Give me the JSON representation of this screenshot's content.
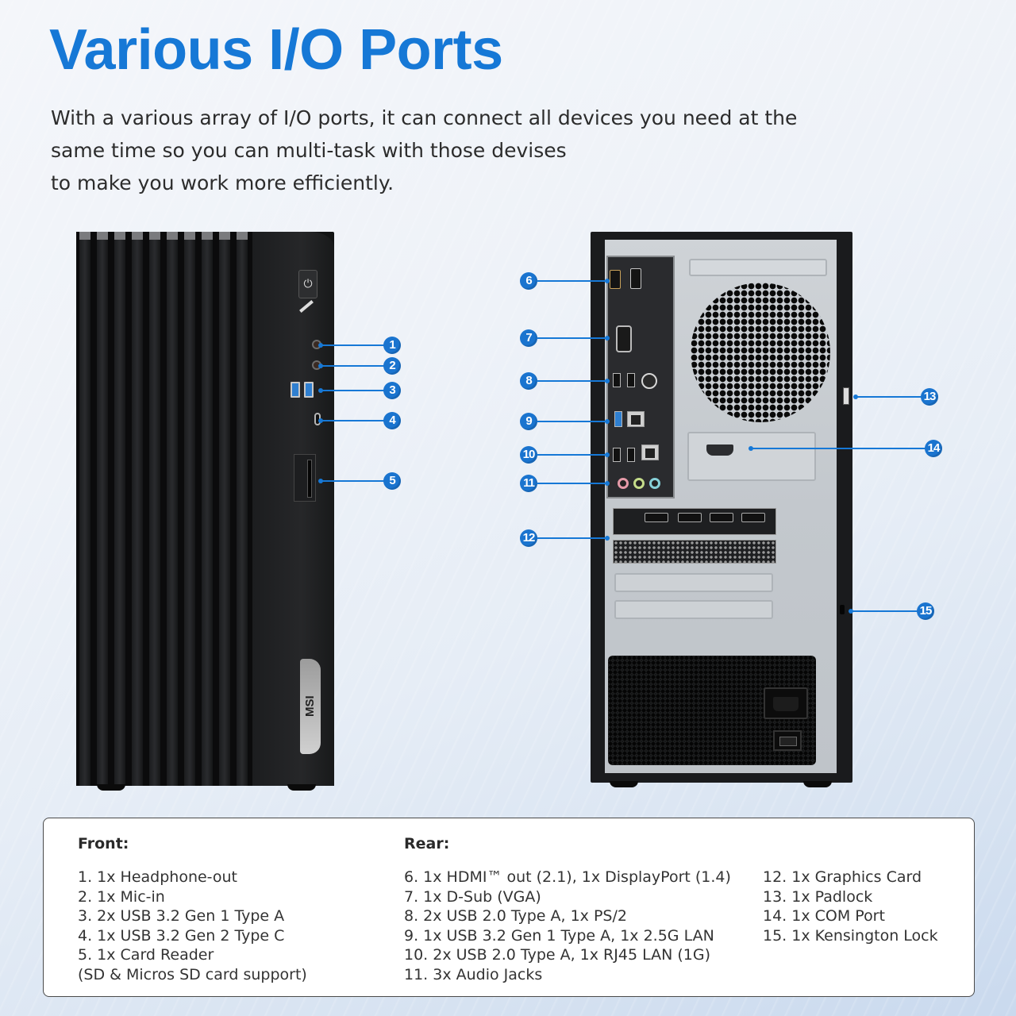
{
  "header": {
    "title": "Various I/O Ports",
    "description_lines": [
      "With a various array of I/O ports, it can connect all devices you need at the",
      "same time so you can multi-task with those devises",
      "to make you work more efficiently."
    ]
  },
  "colors": {
    "accent": "#1678d6",
    "badge": "#1a74cf",
    "title": "#1678d6",
    "text": "#2c2c2c"
  },
  "images": {
    "front": {
      "label": "front-view",
      "brand_badge": "MSI",
      "power_icon": "⏻",
      "callouts": [
        {
          "num": "1",
          "port": "headphone-out"
        },
        {
          "num": "2",
          "port": "mic-in"
        },
        {
          "num": "3",
          "port": "usb-3.2-gen1-type-a"
        },
        {
          "num": "4",
          "port": "usb-3.2-gen2-type-c"
        },
        {
          "num": "5",
          "port": "card-reader"
        }
      ]
    },
    "rear": {
      "label": "rear-view",
      "callouts": [
        {
          "num": "6",
          "port": "hdmi-displayport"
        },
        {
          "num": "7",
          "port": "d-sub-vga"
        },
        {
          "num": "8",
          "port": "usb-2.0-ps2"
        },
        {
          "num": "9",
          "port": "usb-3.2-2.5g-lan"
        },
        {
          "num": "10",
          "port": "usb-2.0-rj45"
        },
        {
          "num": "11",
          "port": "audio-jacks"
        },
        {
          "num": "12",
          "port": "graphics-card"
        },
        {
          "num": "13",
          "port": "padlock"
        },
        {
          "num": "14",
          "port": "com-port"
        },
        {
          "num": "15",
          "port": "kensington-lock"
        }
      ]
    }
  },
  "specs": {
    "front": {
      "heading": "Front:",
      "items": [
        "1. 1x Headphone-out",
        "2. 1x Mic-in",
        "3. 2x USB 3.2 Gen 1 Type A",
        "4. 1x USB 3.2 Gen 2 Type C",
        "5. 1x Card Reader",
        "(SD & Micros SD card support)"
      ]
    },
    "rear": {
      "heading": "Rear:",
      "items": [
        "6. 1x HDMI™ out (2.1), 1x DisplayPort (1.4)",
        "7. 1x D-Sub (VGA)",
        "8. 2x USB 2.0 Type A, 1x PS/2",
        "9. 1x USB 3.2 Gen 1 Type A, 1x 2.5G LAN",
        "10. 2x USB 2.0 Type A, 1x RJ45 LAN (1G)",
        "11. 3x Audio Jacks"
      ]
    },
    "rear_extra": {
      "items": [
        "12. 1x Graphics Card",
        "13. 1x Padlock",
        "14. 1x COM Port",
        "15. 1x Kensington Lock"
      ]
    }
  }
}
